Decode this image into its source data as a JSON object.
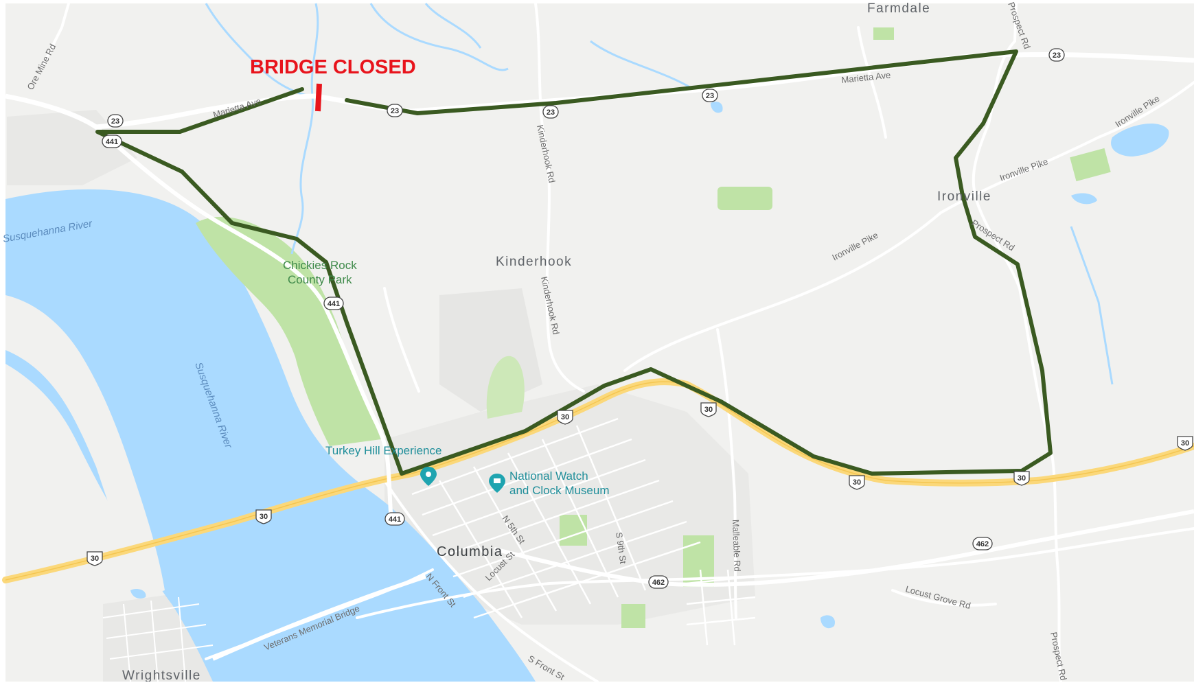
{
  "annotations": {
    "closure_label": "BRIDGE CLOSED"
  },
  "places": {
    "farmdale": "Farmdale",
    "kinderhook": "Kinderhook",
    "ironville": "Ironville",
    "columbia": "Columbia",
    "wrightsville": "Wrightsville"
  },
  "roads": {
    "ore_mine_rd": "Ore Mine Rd",
    "marietta_ave_west": "Marietta Ave",
    "marietta_ave_east": "Marietta Ave",
    "kinderhook_rd_north": "Kinderhook Rd",
    "kinderhook_rd_south": "Kinderhook Rd",
    "prospect_rd_north": "Prospect Rd",
    "prospect_rd_mid": "Prospect Rd",
    "prospect_rd_south": "Prospect Rd",
    "ironville_pike_ne": "Ironville Pike",
    "ironville_pike_mid": "Ironville Pike",
    "ironville_pike_sw": "Ironville Pike",
    "malleable_rd": "Malleable Rd",
    "locust_grove_rd": "Locust Grove Rd",
    "n_5th_st": "N 5th St",
    "s_9th_st": "S 9th St",
    "locust_st": "Locust St",
    "n_front_st": "N Front St",
    "s_front_st": "S Front St",
    "veterans_memorial_bridge": "Veterans Memorial Bridge"
  },
  "water": {
    "river_west": "Susquehanna River",
    "river_main": "Susquehanna River"
  },
  "parks": {
    "chickies_line1": "Chickies Rock",
    "chickies_line2": "County Park"
  },
  "pois": {
    "turkey_hill": "Turkey Hill Experience",
    "museum_line1": "National Watch",
    "museum_line2": "and Clock Museum"
  },
  "shields": {
    "rt23_a": "23",
    "rt23_b": "23",
    "rt23_c": "23",
    "rt23_d": "23",
    "rt23_e": "23",
    "rt441_a": "441",
    "rt441_b": "441",
    "rt441_c": "441",
    "us30_a": "30",
    "us30_b": "30",
    "us30_c": "30",
    "us30_d": "30",
    "us30_e": "30",
    "us30_f": "30",
    "us30_g": "30",
    "rt462_a": "462",
    "rt462_b": "462"
  },
  "colors": {
    "land": "#f1f1ef",
    "water": "#aadaff",
    "park": "#bfe3a6",
    "highway": "#fbd87a",
    "road": "#ffffff",
    "route": "#3a5a21",
    "closure": "#e8141c"
  }
}
